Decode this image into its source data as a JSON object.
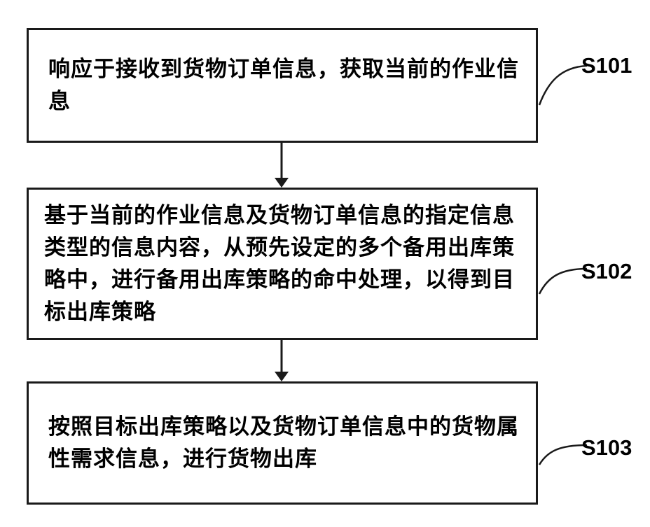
{
  "steps": [
    {
      "id": "S101",
      "text": "响应于接收到货物订单信息，获取当前的作业信息"
    },
    {
      "id": "S102",
      "text": "基于当前的作业信息及货物订单信息的指定信息类型的信息内容，从预先设定的多个备用出库策略中，进行备用出库策略的命中处理，以得到目标出库策略"
    },
    {
      "id": "S103",
      "text": "按照目标出库策略以及货物订单信息中的货物属性需求信息，进行货物出库"
    }
  ]
}
